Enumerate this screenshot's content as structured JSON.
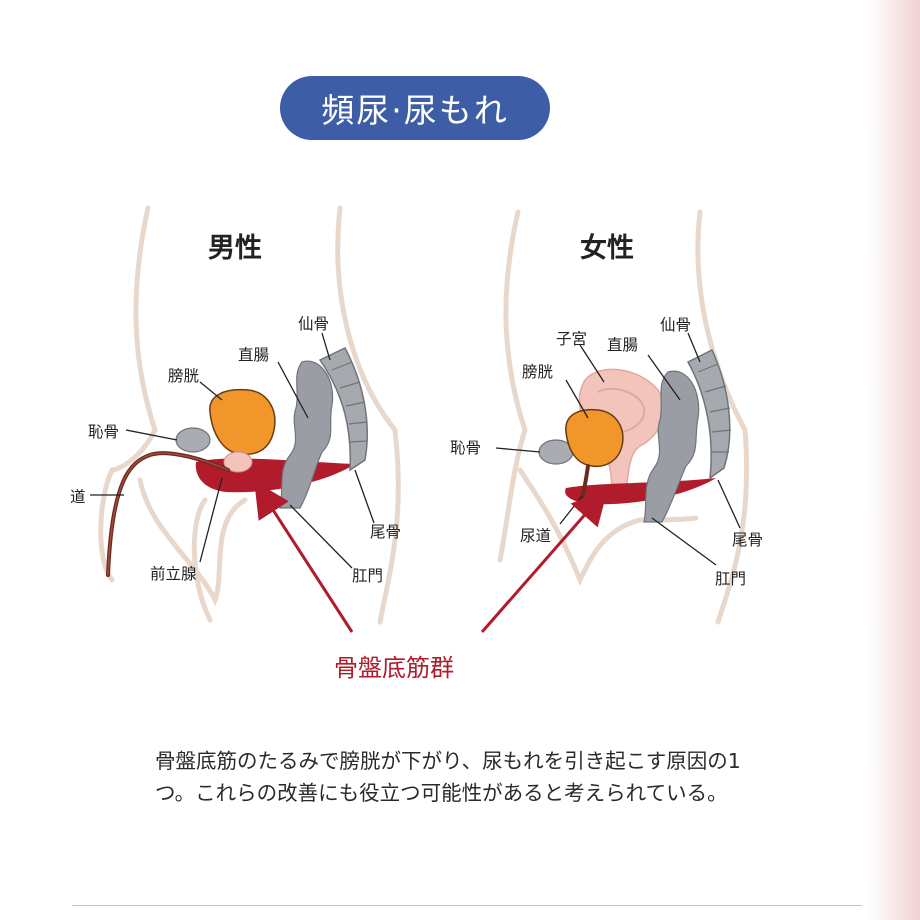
{
  "title": "頻尿·尿もれ",
  "male": {
    "heading": "男性",
    "labels": {
      "sacrum": "仙骨",
      "rectum": "直腸",
      "bladder": "膀胱",
      "pubis": "恥骨",
      "urethra": "道",
      "prostate": "前立腺",
      "coccyx": "尾骨",
      "anus": "肛門"
    }
  },
  "female": {
    "heading": "女性",
    "labels": {
      "uterus": "子宮",
      "rectum": "直腸",
      "sacrum": "仙骨",
      "bladder": "膀胱",
      "pubis": "恥骨",
      "urethra": "尿道",
      "coccyx": "尾骨",
      "anus": "肛門"
    }
  },
  "muscle_label": "骨盤底筋群",
  "description": "骨盤底筋のたるみで膀胱が下がり、尿もれを引き起こす原因の1つ。これらの改善にも役立つ可能性があると考えられている。",
  "colors": {
    "title_bg": "#3d5ea6",
    "bladder": "#f0962a",
    "muscle": "#b01c2b",
    "bone": "#9a9ea4",
    "uterus": "#f2c4bc",
    "outline": "#e8d8cc"
  }
}
